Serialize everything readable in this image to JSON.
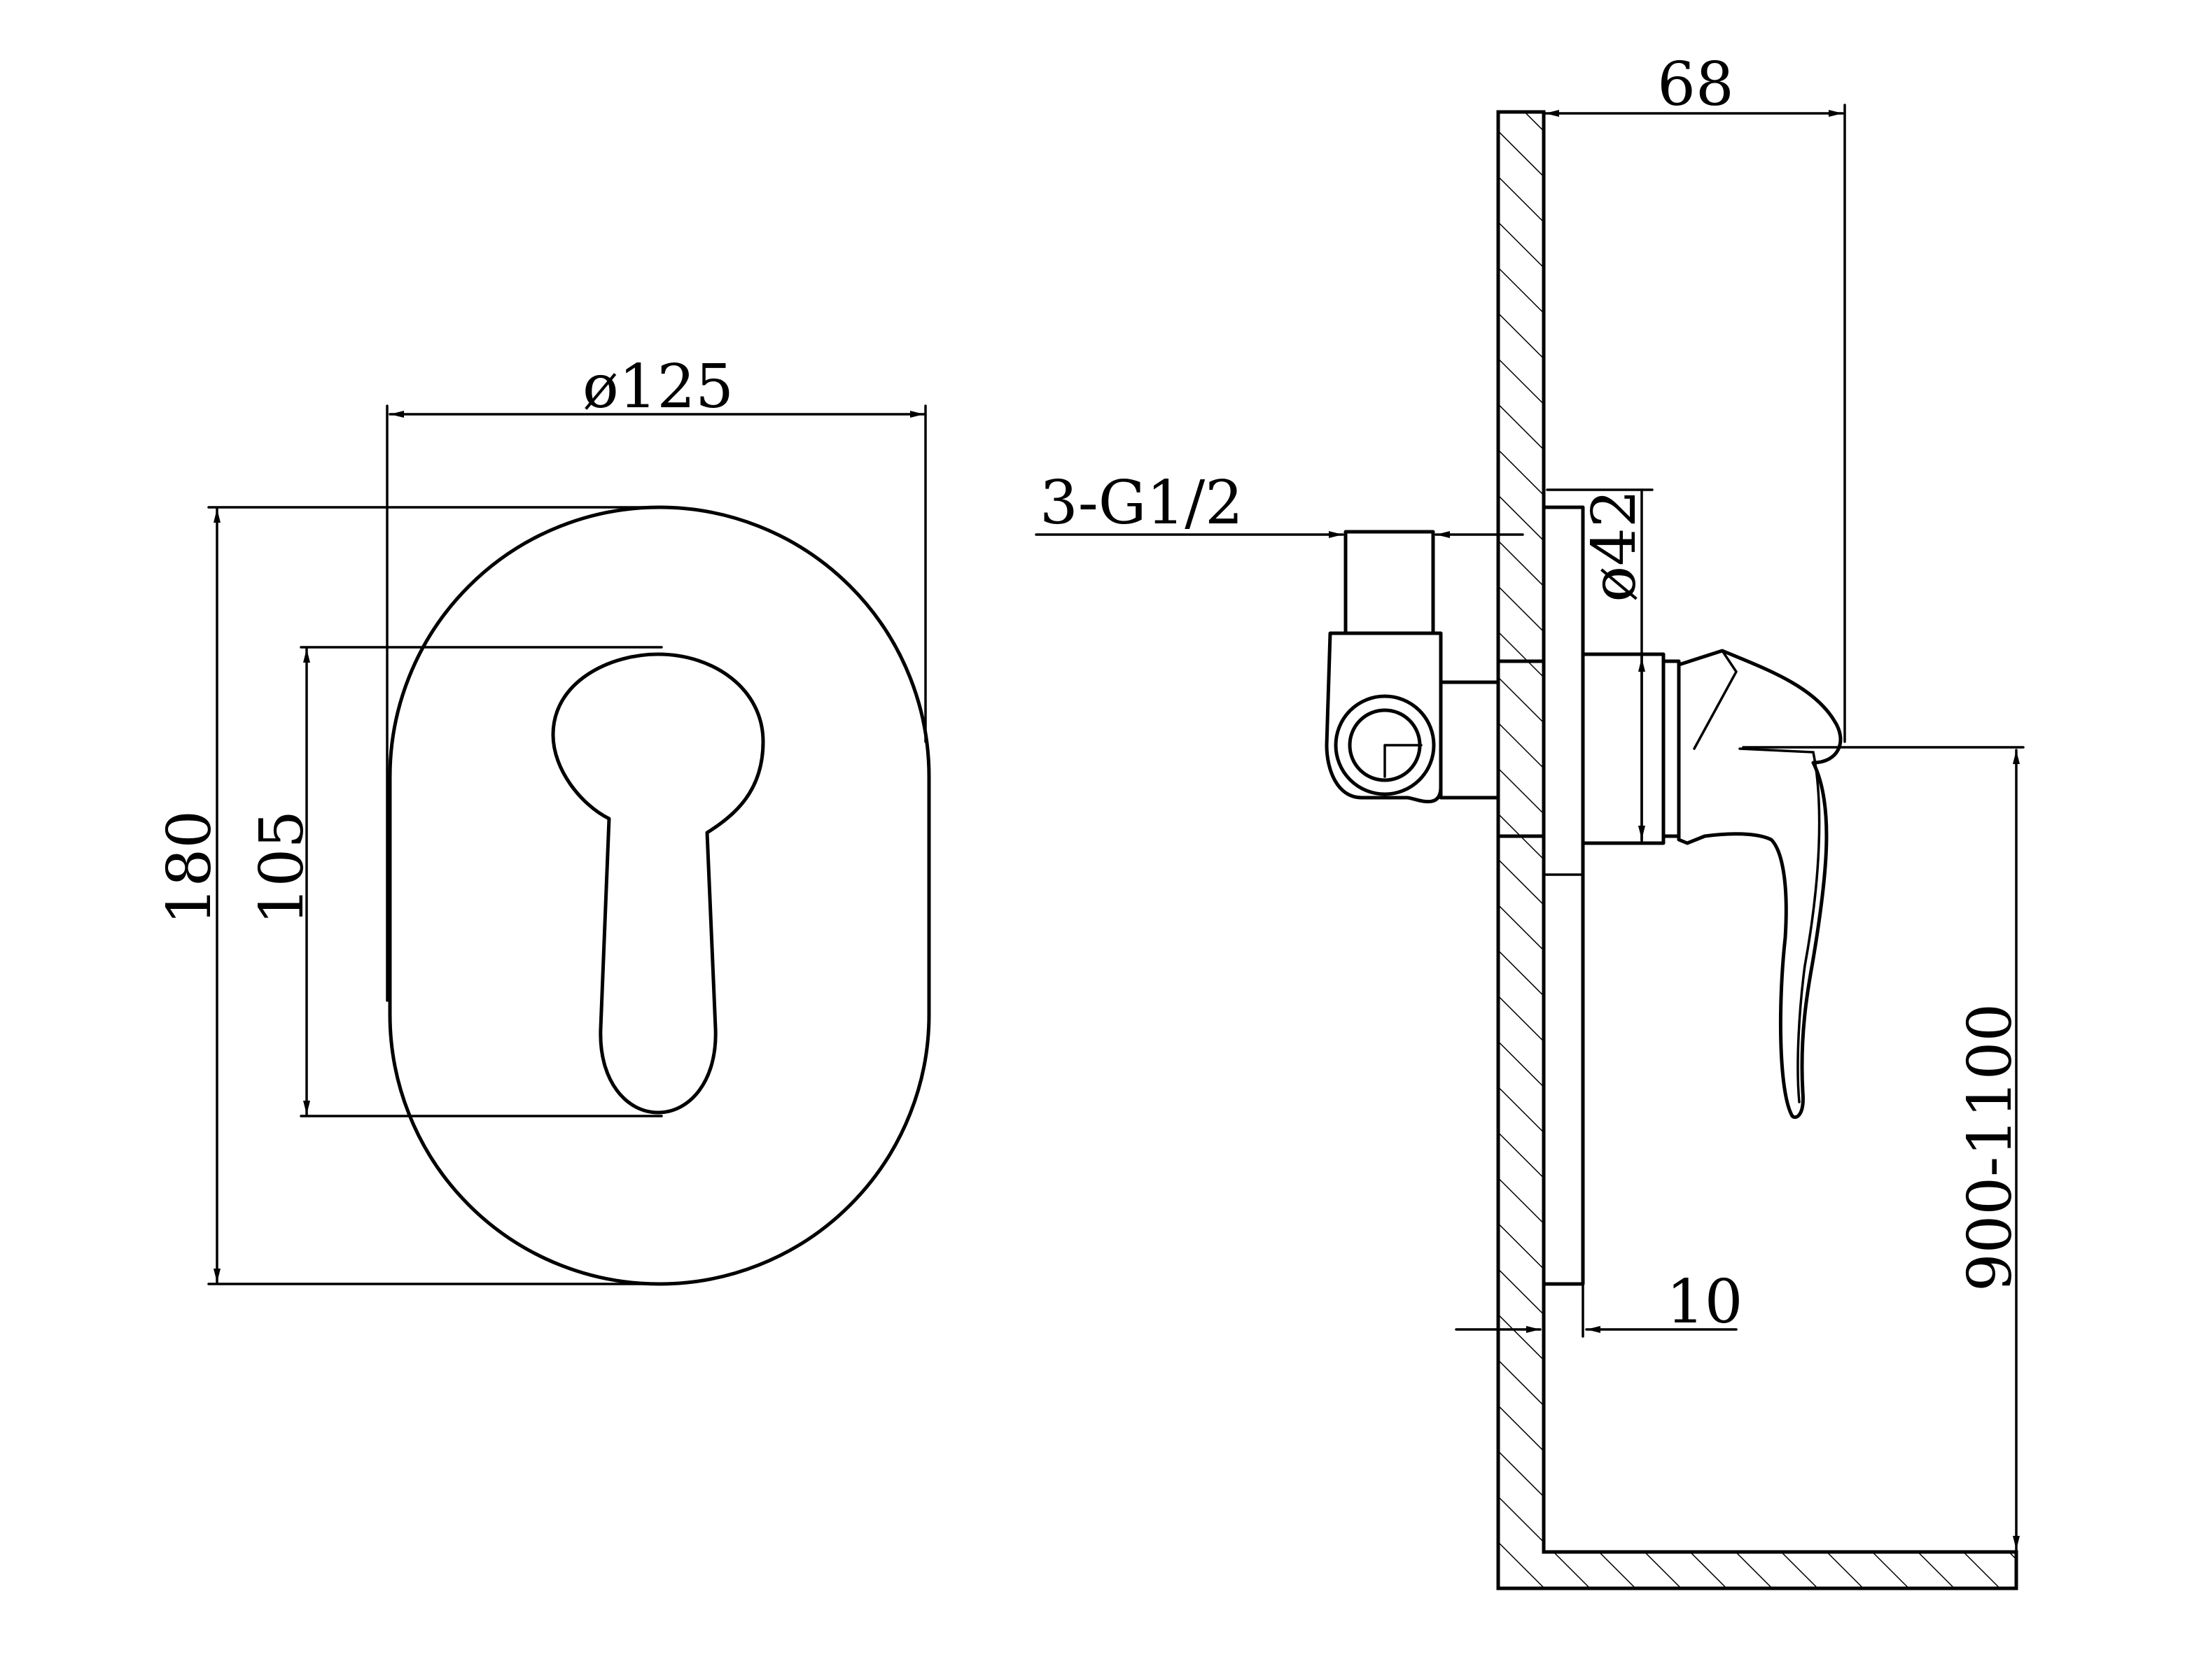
{
  "dimensions": {
    "front_width": "ø125",
    "front_height": "180",
    "handle_height": "105",
    "connection": "3-G1/2",
    "cartridge_diameter": "ø42",
    "projection": "68",
    "plate_thickness": "10",
    "mount_height": "900-1100"
  },
  "colors": {
    "line": "#000000",
    "background": "#ffffff"
  }
}
